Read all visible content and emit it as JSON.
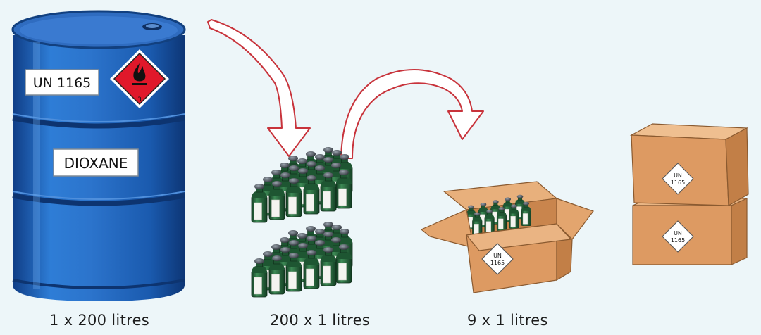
{
  "drum": {
    "un_label": "UN 1165",
    "name_label": "DIOXANE",
    "hazard_class": "3",
    "hazard_icon": "flame-icon",
    "color": "#1f5fb5"
  },
  "box_label": {
    "line1": "UN",
    "line2": "1165"
  },
  "captions": {
    "drum": "1 x 200 litres",
    "bottles": "200 x 1 litres",
    "box": "9 x 1 litres"
  },
  "colors": {
    "background": "#edf6f9",
    "arrow_outline": "#c8333b",
    "hazard_red": "#e0182a",
    "bottle_green": "#1f5a34",
    "cardboard": "#dd9a62"
  }
}
